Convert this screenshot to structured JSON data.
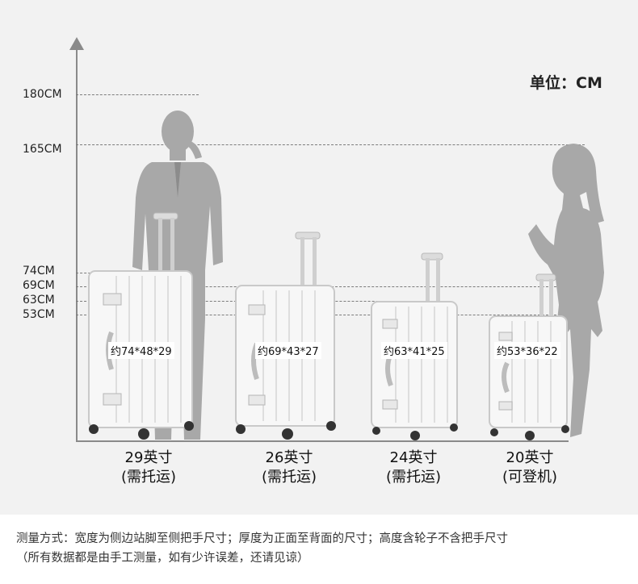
{
  "unit_label": "单位：CM",
  "y_ticks": [
    "180CM",
    "165CM",
    "74CM",
    "69CM",
    "63CM",
    "53CM"
  ],
  "suitcases": [
    {
      "dims": "约74*48*29",
      "size": "29英寸",
      "note": "(需托运)"
    },
    {
      "dims": "约69*43*27",
      "size": "26英寸",
      "note": "(需托运)"
    },
    {
      "dims": "约63*41*25",
      "size": "24英寸",
      "note": "(需托运)"
    },
    {
      "dims": "约53*36*22",
      "size": "20英寸",
      "note": "(可登机)"
    }
  ],
  "footer": {
    "line1": "测量方式：宽度为侧边站脚至侧把手尺寸；厚度为正面至背面的尺寸；高度含轮子不含把手尺寸",
    "line2": "（所有数据都是由手工测量，如有少许误差，还请见谅）"
  },
  "colors": {
    "background": "#f2f2f2",
    "silhouette": "#a8a8a8",
    "suitcase": "#f7f7f7",
    "frame": "#c9c9c9"
  }
}
